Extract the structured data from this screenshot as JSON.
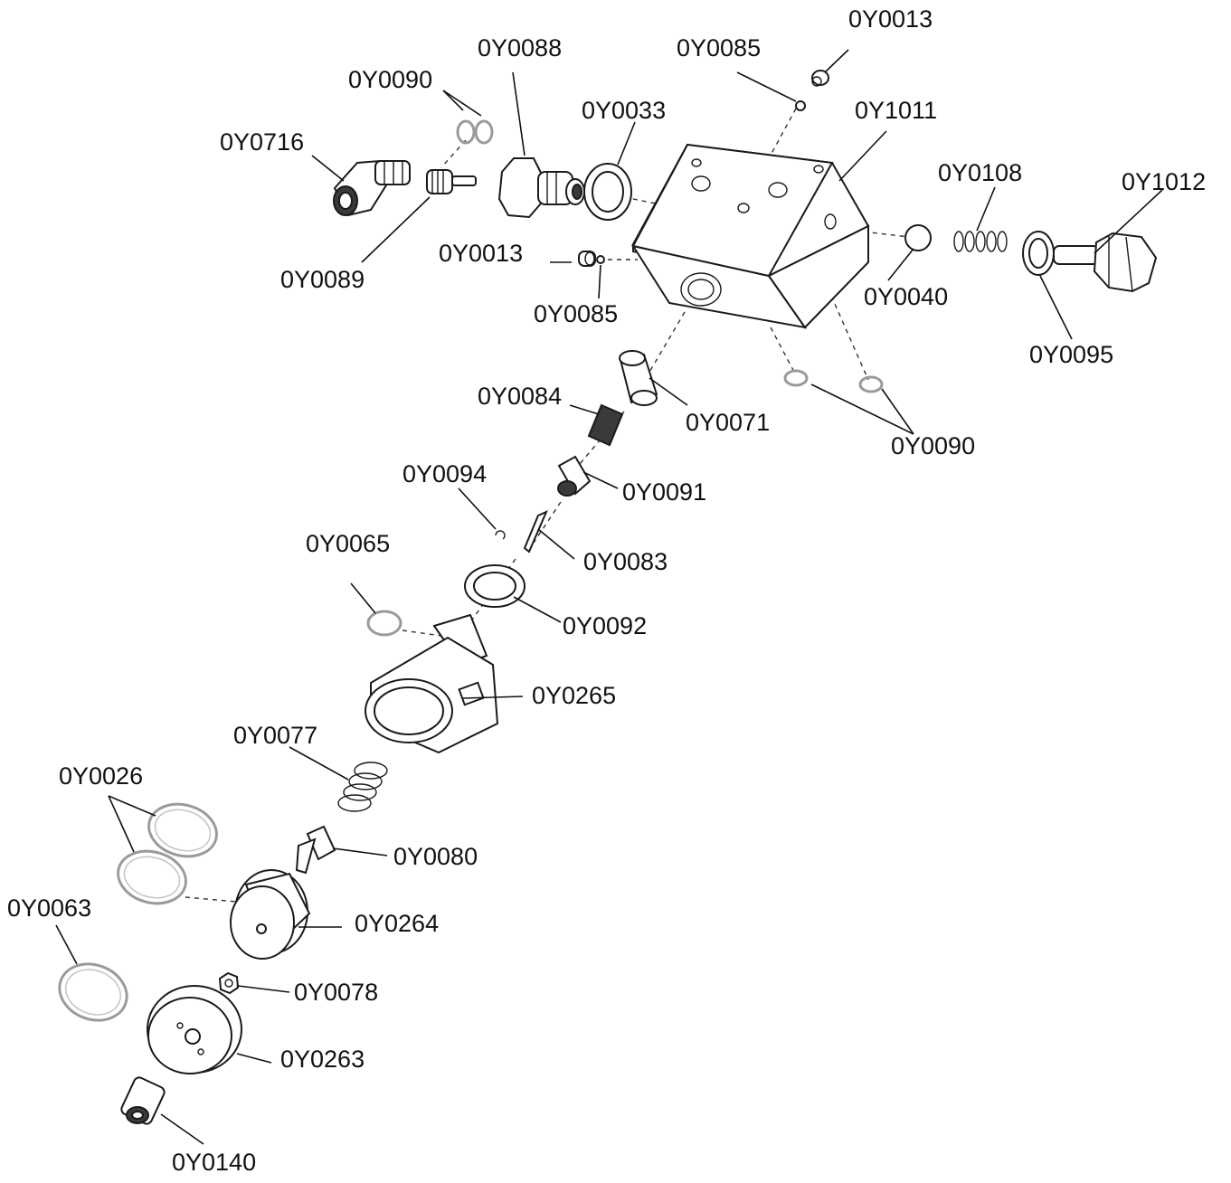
{
  "colors": {
    "line": "#111111",
    "oring": "#9a9a9a",
    "background": "#ffffff"
  },
  "labels": {
    "y0013_top": "0Y0013",
    "y0085_top": "0Y0085",
    "y0090_top": "0Y0090",
    "y0088": "0Y0088",
    "y0033": "0Y0033",
    "y1011": "0Y1011",
    "y0716": "0Y0716",
    "y0108": "0Y0108",
    "y1012": "0Y1012",
    "y0013_mid": "0Y0013",
    "y0089": "0Y0089",
    "y0085_mid": "0Y0085",
    "y0040": "0Y0040",
    "y0095": "0Y0095",
    "y0084": "0Y0084",
    "y0071": "0Y0071",
    "y0090_bottom": "0Y0090",
    "y0094": "0Y0094",
    "y0091": "0Y0091",
    "y0065": "0Y0065",
    "y0083": "0Y0083",
    "y0092": "0Y0092",
    "y0265": "0Y0265",
    "y0077": "0Y0077",
    "y0026": "0Y0026",
    "y0080": "0Y0080",
    "y0063": "0Y0063",
    "y0264": "0Y0264",
    "y0078": "0Y0078",
    "y0263": "0Y0263",
    "y0140": "0Y0140"
  }
}
